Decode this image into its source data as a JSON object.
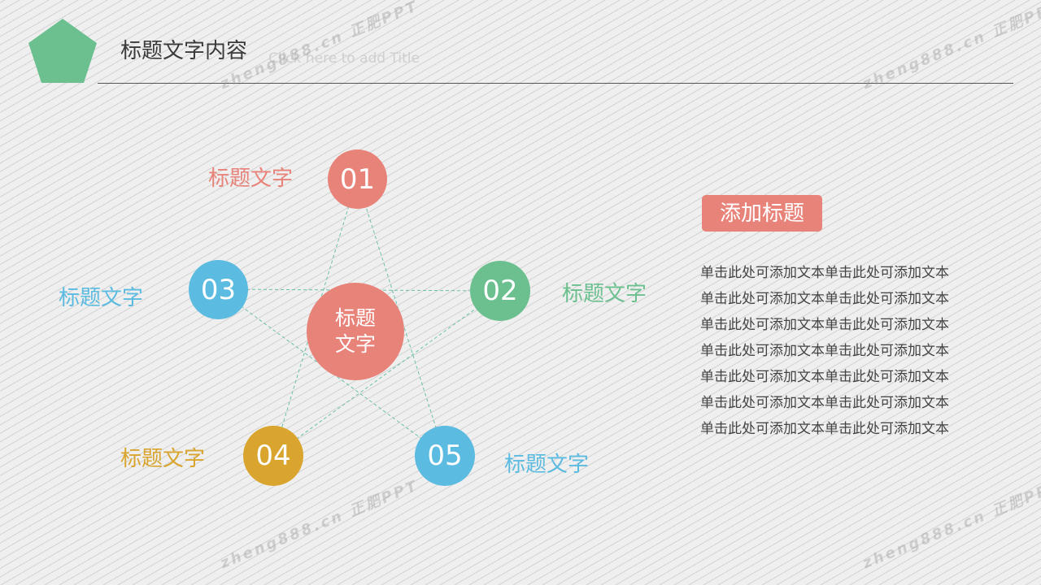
{
  "header": {
    "title": "标题文字内容",
    "title_placeholder": "Click here to add Title",
    "pentagon_color": "#6cc08f"
  },
  "diagram": {
    "line_color": "#6cc0a8",
    "center": {
      "line1": "标题",
      "line2": "文字",
      "color": "#e8837a"
    },
    "nodes": [
      {
        "number": "01",
        "label": "标题文字",
        "color": "#e8837a"
      },
      {
        "number": "02",
        "label": "标题文字",
        "color": "#6cc08f"
      },
      {
        "number": "03",
        "label": "标题文字",
        "color": "#5bbbe0"
      },
      {
        "number": "04",
        "label": "标题文字",
        "color": "#d9a52e"
      },
      {
        "number": "05",
        "label": "标题文字",
        "color": "#5bbbe0"
      }
    ]
  },
  "callout": {
    "badge_label": "添加标题",
    "badge_color": "#e8837a",
    "lines": [
      "单击此处可添加文本单击此处可添加文本",
      "单击此处可添加文本单击此处可添加文本",
      "单击此处可添加文本单击此处可添加文本",
      "单击此处可添加文本单击此处可添加文本",
      "单击此处可添加文本单击此处可添加文本",
      "单击此处可添加文本单击此处可添加文本",
      "单击此处可添加文本单击此处可添加文本"
    ]
  },
  "watermarks": [
    "zheng888.cn 正肥PPT",
    "zheng888.cn 正肥PPT",
    "zheng888.cn 正肥PPT",
    "zheng888.cn 正肥PPT"
  ]
}
